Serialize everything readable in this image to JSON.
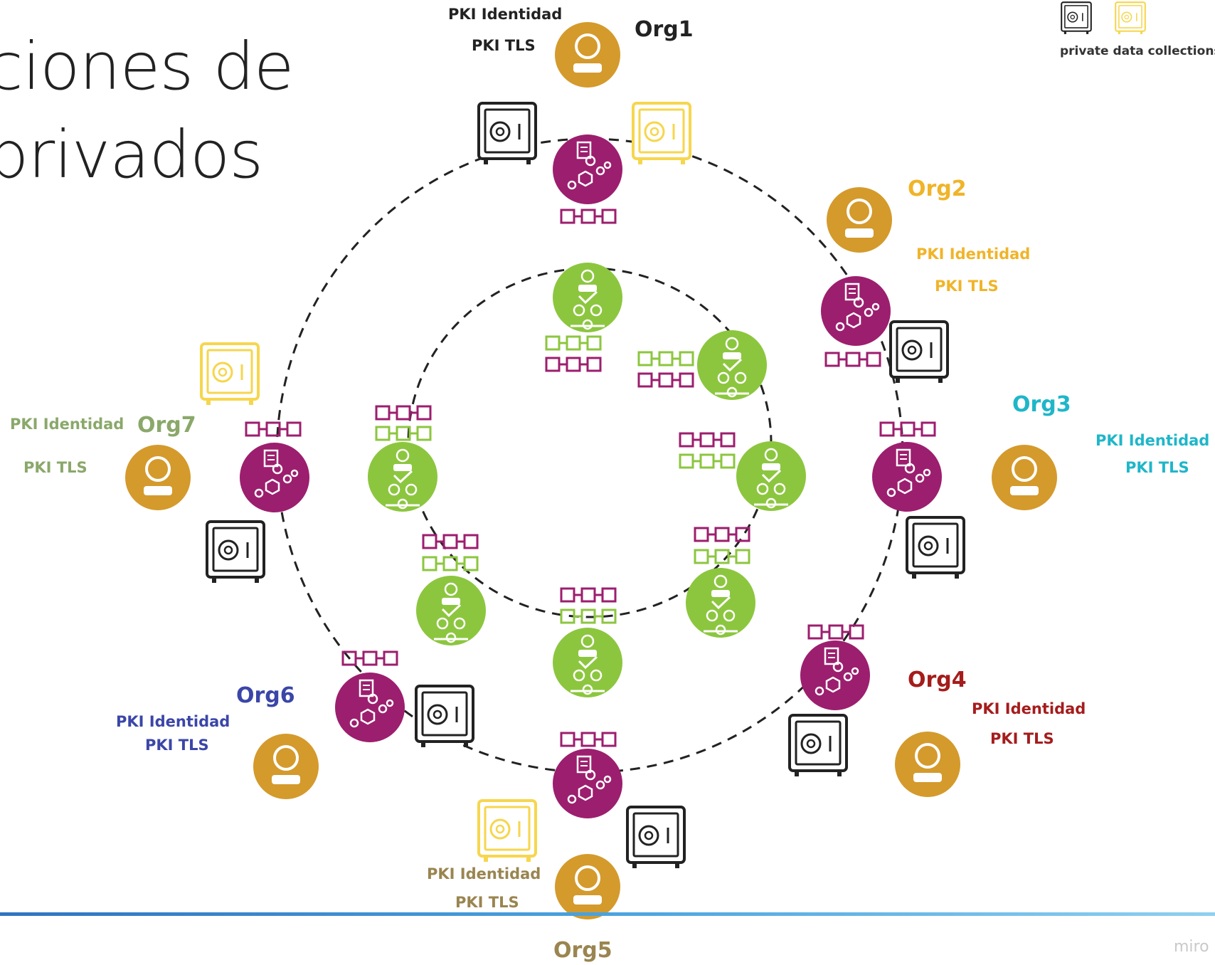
{
  "title": {
    "line1": "ciones de",
    "line2": "privados"
  },
  "legend": {
    "label": "private data collections",
    "icons": [
      "safe-icon-black",
      "safe-icon-yellow"
    ]
  },
  "watermark": "miro",
  "colors": {
    "node_magenta": "#9c1e6e",
    "node_green": "#8cc63f",
    "org_gold": "#d49a2c",
    "safe_yellow": "#f6d64d",
    "safe_black": "#222222"
  },
  "orgs": [
    {
      "id": "org1",
      "name": "Org1",
      "pki_identity": "PKI Identidad",
      "pki_tls": "PKI TLS",
      "color": "#222222"
    },
    {
      "id": "org2",
      "name": "Org2",
      "pki_identity": "PKI Identidad",
      "pki_tls": "PKI TLS",
      "color": "#f0b429"
    },
    {
      "id": "org3",
      "name": "Org3",
      "pki_identity": "PKI Identidad",
      "pki_tls": "PKI TLS",
      "color": "#1fb6c9"
    },
    {
      "id": "org4",
      "name": "Org4",
      "pki_identity": "PKI Identidad",
      "pki_tls": "PKI TLS",
      "color": "#a51c1c"
    },
    {
      "id": "org5",
      "name": "Org5",
      "pki_identity": "PKI Identidad",
      "pki_tls": "PKI TLS",
      "color": "#9a8550"
    },
    {
      "id": "org6",
      "name": "Org6",
      "pki_identity": "PKI Identidad",
      "pki_tls": "PKI TLS",
      "color": "#3b46a8"
    },
    {
      "id": "org7",
      "name": "Org7",
      "pki_identity": "PKI Identidad",
      "pki_tls": "PKI TLS",
      "color": "#8aa86a"
    }
  ]
}
